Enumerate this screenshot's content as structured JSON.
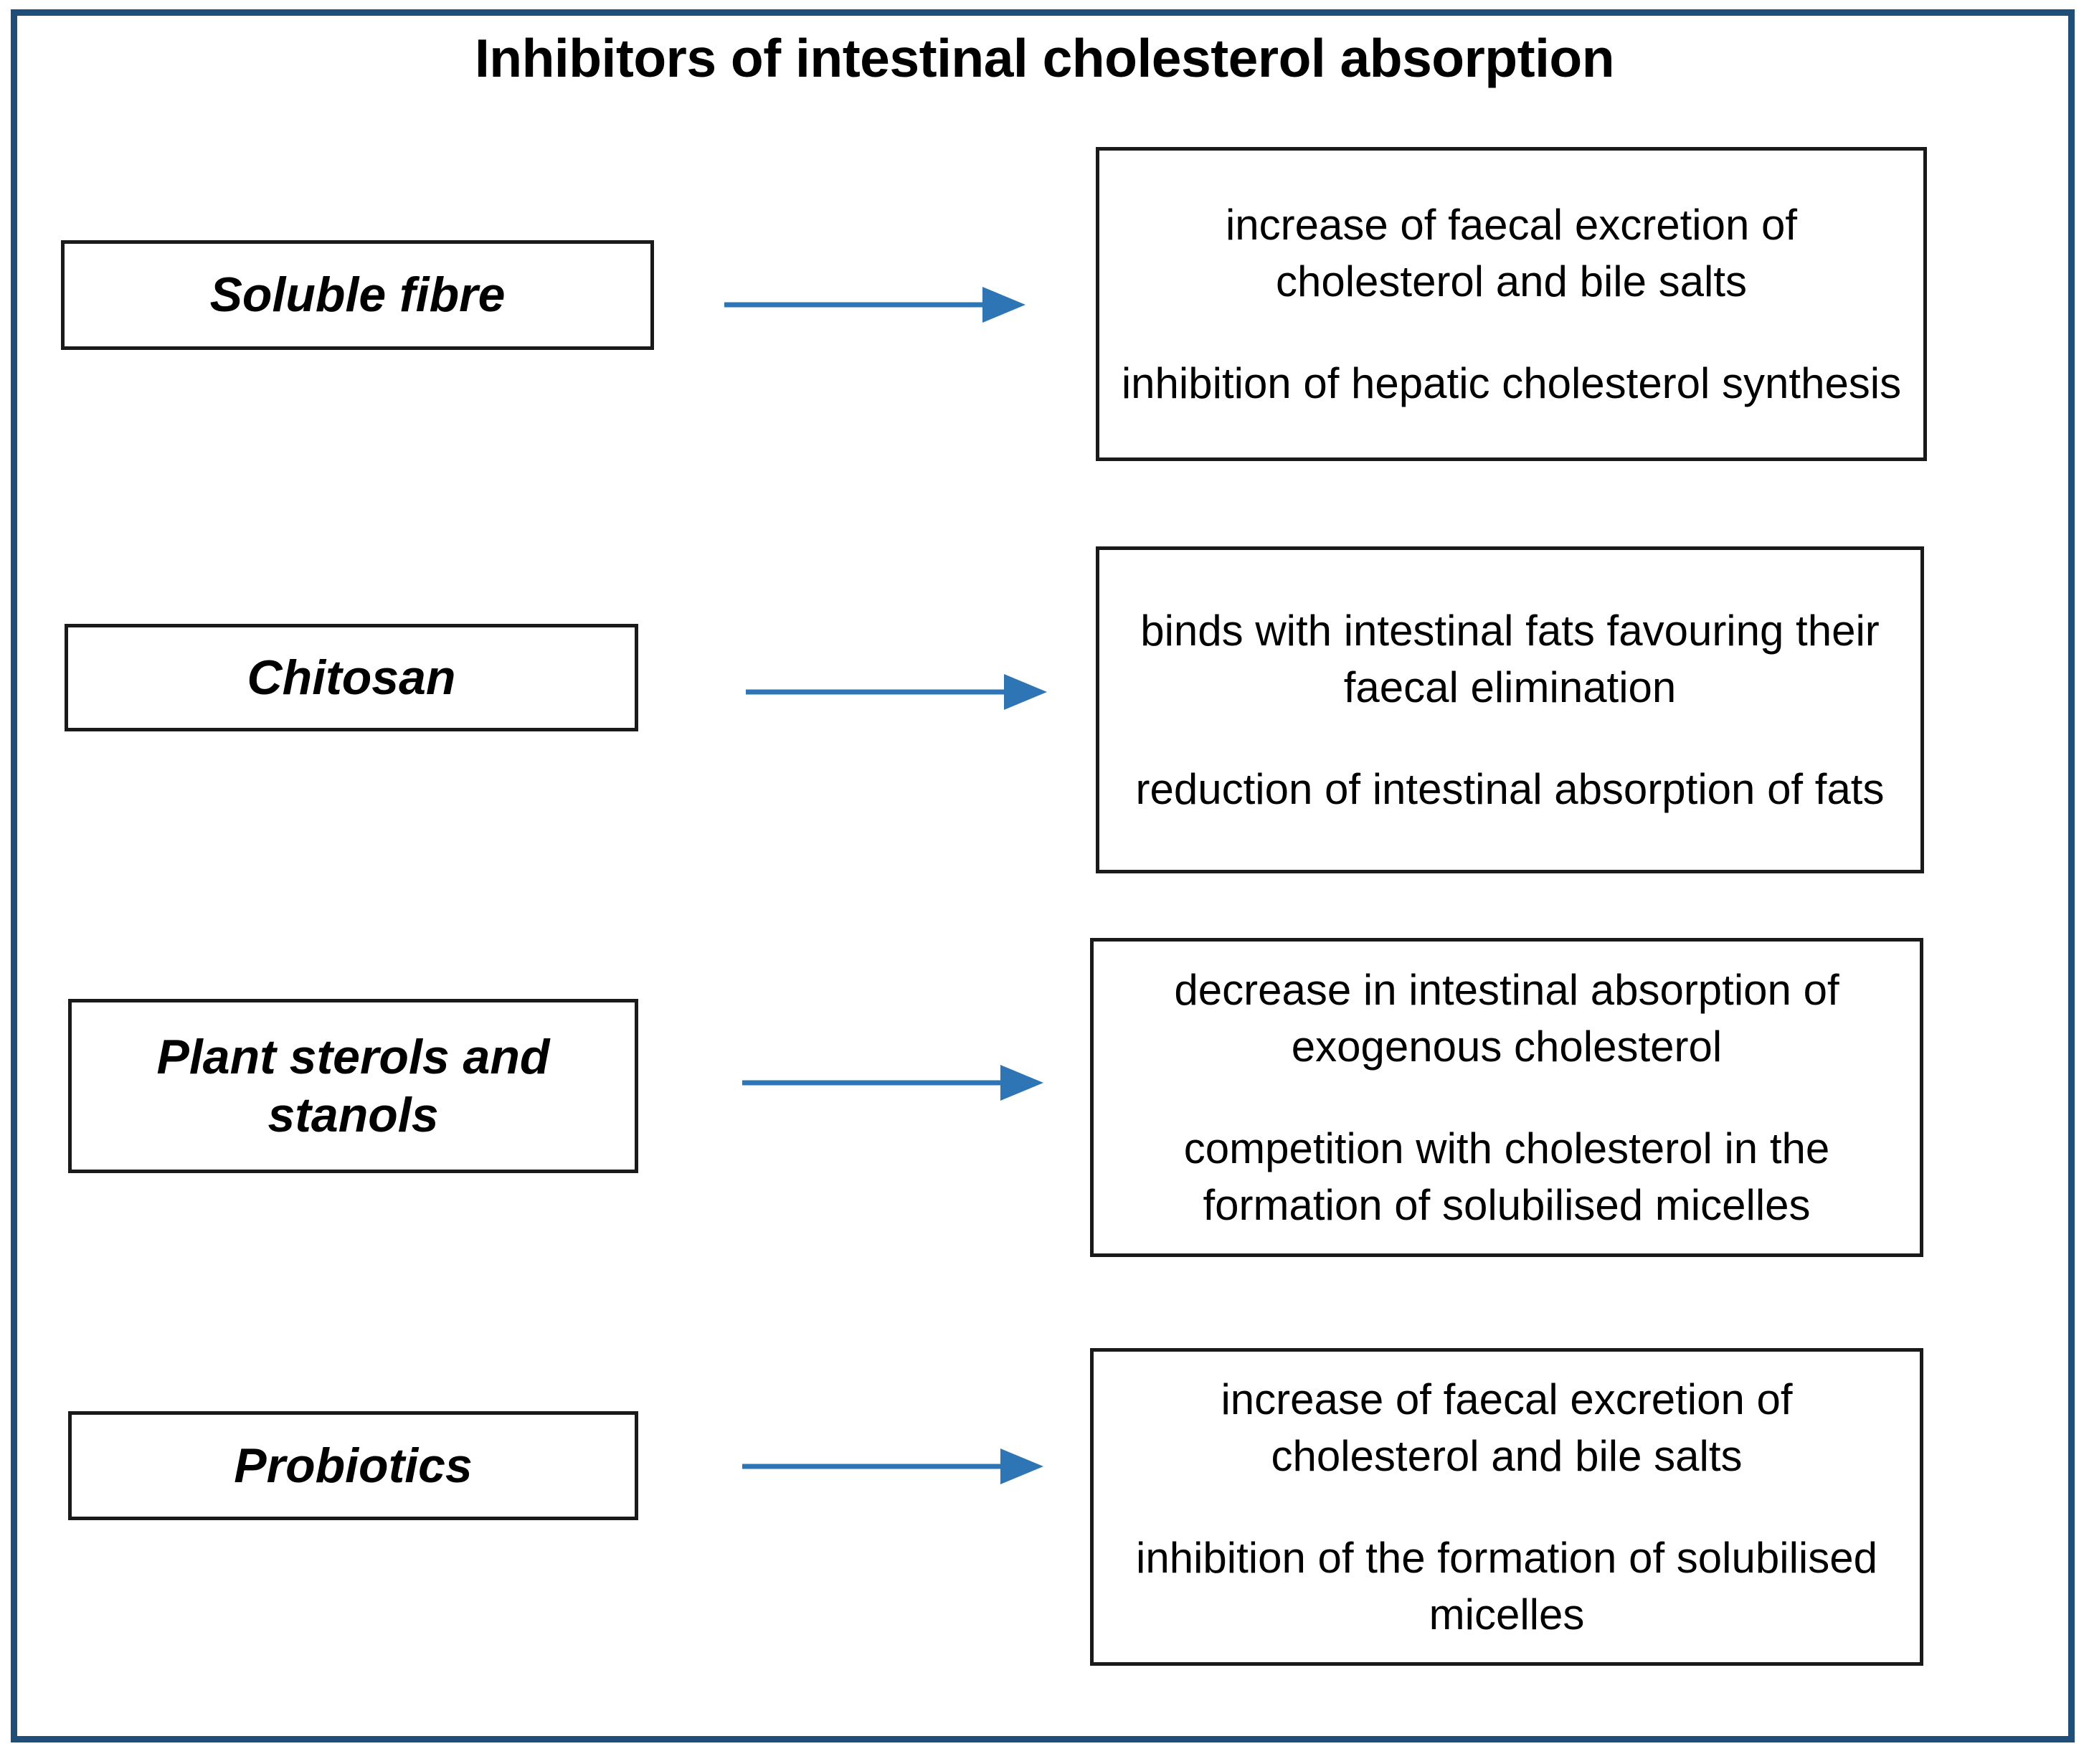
{
  "figure": {
    "title": "Inhibitors of intestinal cholesterol absorption",
    "frame_color": "#1F4E79",
    "box_border_color": "#1a1a1a",
    "arrow_color": "#2E75B6",
    "background": "#ffffff"
  },
  "rows": [
    {
      "agent": "Soluble fibre",
      "arrow": "arrow-right",
      "effects": [
        "increase of faecal excretion of cholesterol and bile salts",
        "inhibition of hepatic cholesterol synthesis"
      ]
    },
    {
      "agent": "Chitosan",
      "arrow": "arrow-right",
      "effects": [
        "binds with intestinal fats favouring their faecal elimination",
        "reduction of intestinal absorption of fats"
      ]
    },
    {
      "agent": "Plant sterols and stanols",
      "arrow": "arrow-right",
      "effects": [
        "decrease in intestinal absorption of exogenous cholesterol",
        "competition with cholesterol in the formation of solubilised micelles"
      ]
    },
    {
      "agent": "Probiotics",
      "arrow": "arrow-right",
      "effects": [
        "increase of faecal excretion of cholesterol and bile salts",
        "inhibition of the formation of solubilised micelles"
      ]
    }
  ]
}
